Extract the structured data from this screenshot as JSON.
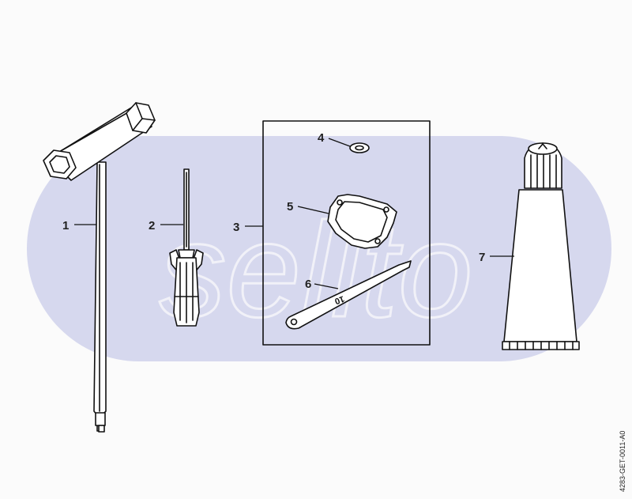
{
  "diagram": {
    "callouts": [
      {
        "id": "1",
        "label": "1"
      },
      {
        "id": "2",
        "label": "2"
      },
      {
        "id": "3",
        "label": "3"
      },
      {
        "id": "4",
        "label": "4"
      },
      {
        "id": "5",
        "label": "5"
      },
      {
        "id": "6",
        "label": "6"
      },
      {
        "id": "7",
        "label": "7"
      }
    ],
    "gauge_marking": "10",
    "watermark_text": "sellto",
    "document_ref": "4283-GET-0011-A0"
  },
  "colors": {
    "watermark_band": "#d6d8ee",
    "line": "#111111"
  }
}
